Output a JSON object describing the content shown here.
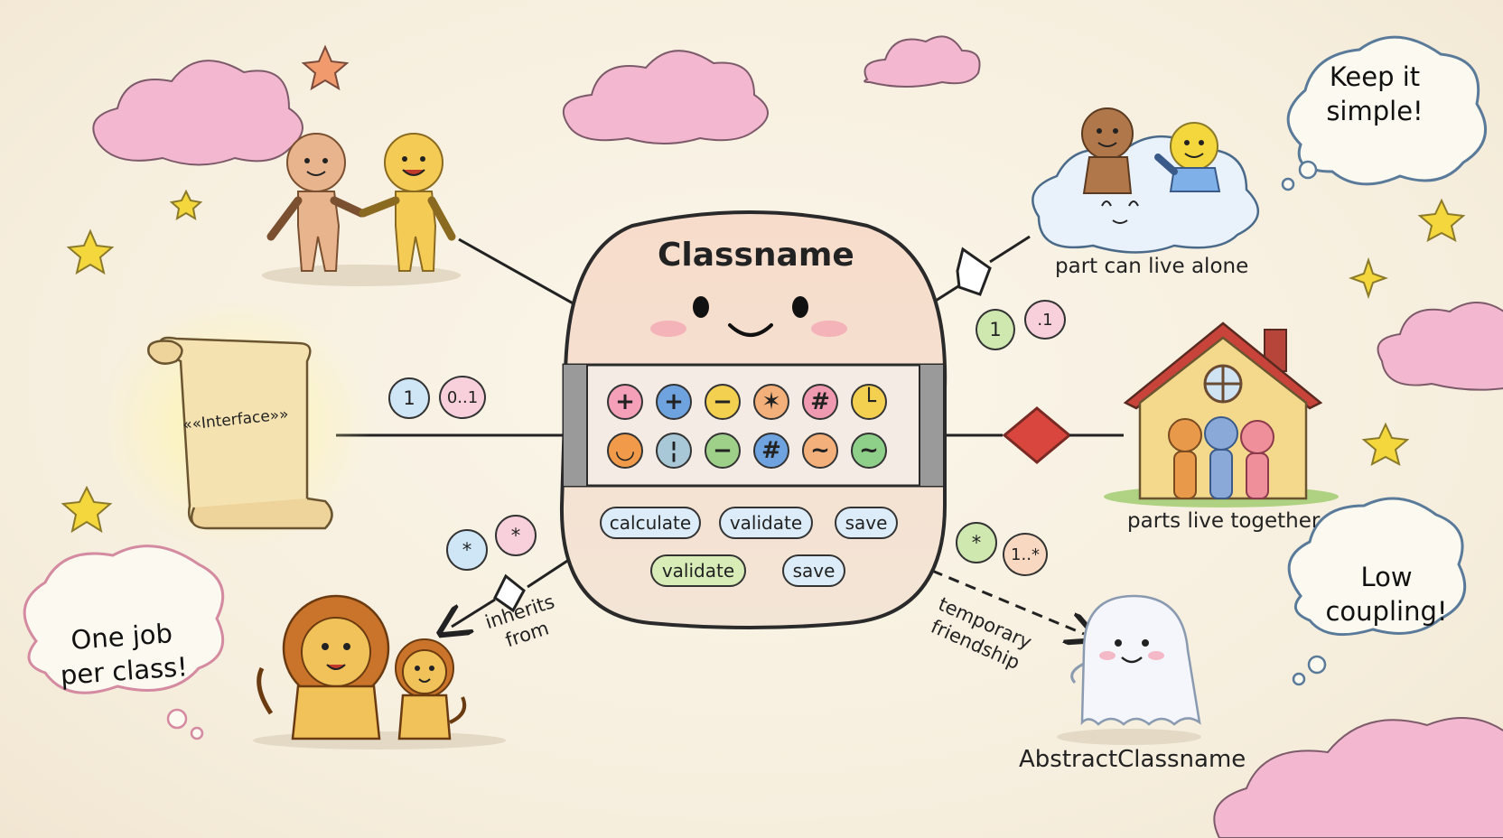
{
  "class_box": {
    "title": "Classname"
  },
  "symbols": {
    "row1": [
      "+",
      "+",
      "−",
      "✶",
      "#",
      "└"
    ],
    "row2": [
      "◡",
      "¦",
      "−",
      "#",
      "~",
      "~"
    ]
  },
  "methods": {
    "row1": [
      "calculate",
      "validate",
      "save"
    ],
    "row2": [
      "validate",
      "save"
    ]
  },
  "labels": {
    "interface": "««Interface»»",
    "aggregation": "part can live alone",
    "composition": "parts live together",
    "inheritance_line1": "inherits",
    "inheritance_line2": "from",
    "dependency_line1": "temporary",
    "dependency_line2": "friendship",
    "abstract_class": "AbstractClassname"
  },
  "multiplicity": {
    "interface_left": "1",
    "interface_right": "0..1",
    "aggregation_left": "1",
    "aggregation_right": ".1",
    "inheritance_left": "*",
    "inheritance_right": "*",
    "dependency_left": "*",
    "dependency_right": "1..*"
  },
  "thoughts": {
    "top_right_line1": "Keep it",
    "top_right_line2": "simple!",
    "bottom_left_line1": "One job",
    "bottom_left_line2": "per class!",
    "right_line1": "Low",
    "right_line2": "coupling!"
  },
  "colors": {
    "background": "#f8f1e3",
    "class_body": "#f7dccb",
    "cloud_pink": "#f3b8cf",
    "star_yellow": "#f4d73c",
    "composition_diamond": "#d9463e",
    "scroll": "#f4e2b0",
    "roof": "#c8443a",
    "ghost": "#f4f6fb"
  }
}
